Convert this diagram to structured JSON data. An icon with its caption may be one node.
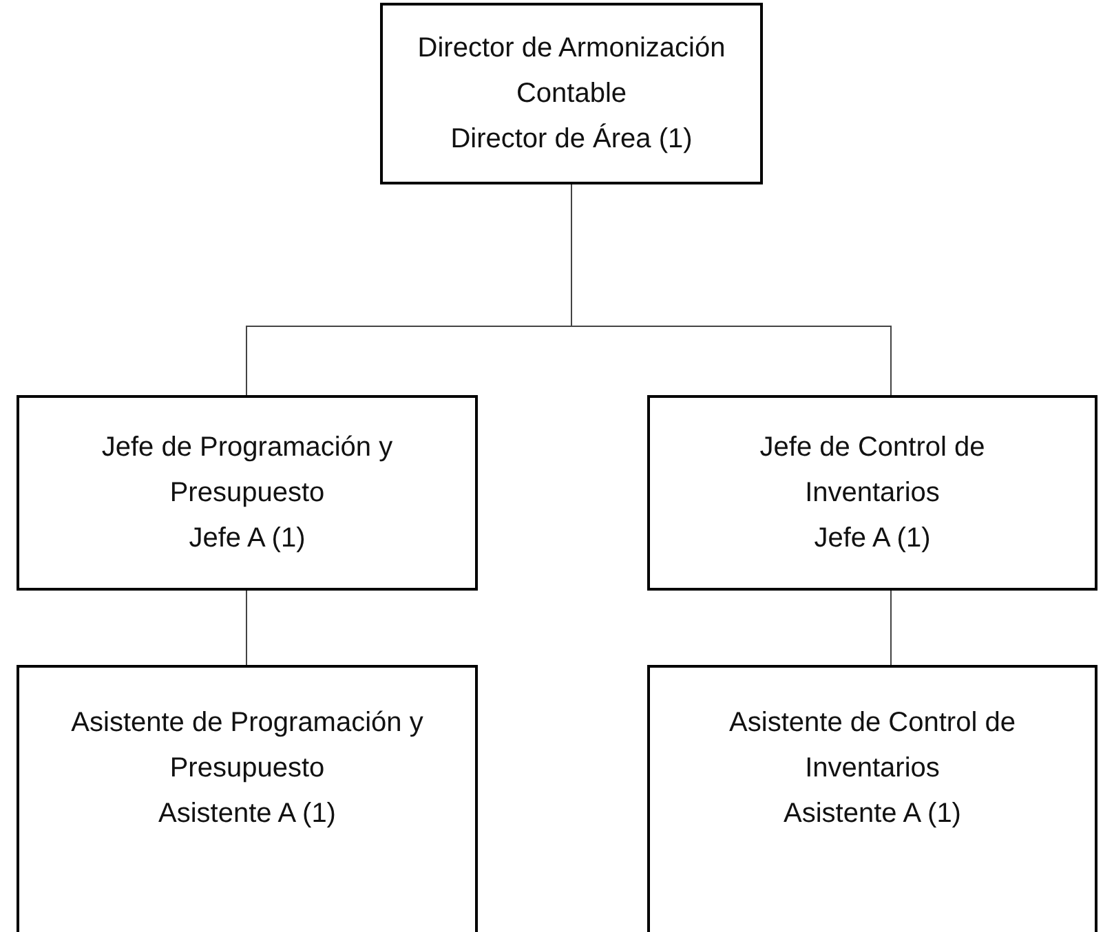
{
  "diagram": {
    "nodes": [
      {
        "text": [
          "Director de Armonización Contable",
          "Director de Área (1)"
        ]
      },
      {
        "text": [
          "Jefe de Programación y Presupuesto",
          "Jefe A (1)"
        ]
      },
      {
        "text": [
          "Jefe de Control de Inventarios",
          "Jefe A (1)"
        ]
      },
      {
        "text": [
          "Asistente de Programación y Presupuesto",
          "Asistente A (1)"
        ]
      },
      {
        "text": [
          "Asistente de Control de Inventarios",
          "Asistente A (1)"
        ]
      }
    ],
    "edges": [
      {
        "from": 0,
        "to": 1,
        "arrow": "none"
      },
      {
        "from": 0,
        "to": 2,
        "arrow": "none"
      },
      {
        "from": 1,
        "to": 3,
        "arrow": "none"
      },
      {
        "from": 2,
        "to": 4,
        "arrow": "none"
      }
    ]
  }
}
